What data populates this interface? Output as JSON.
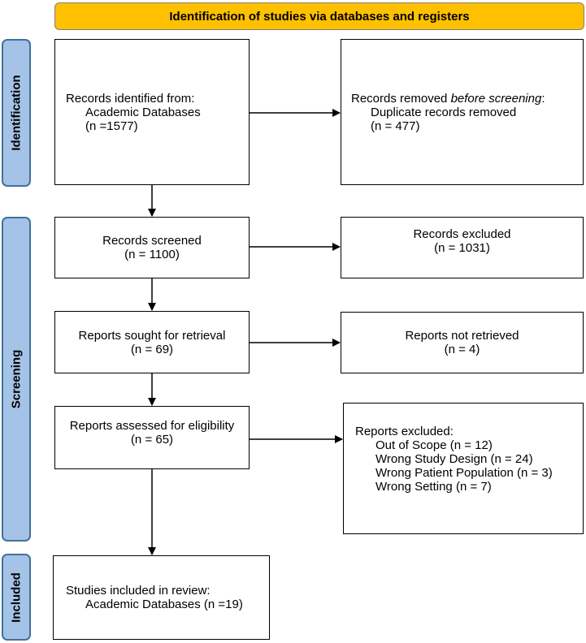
{
  "header": {
    "title": "Identification of studies via databases and registers"
  },
  "phases": {
    "identification": "Identification",
    "screening": "Screening",
    "included": "Included"
  },
  "identified": {
    "line1": "Records identified from:",
    "line2": "Academic Databases",
    "line3": "(n =1577)"
  },
  "removed": {
    "prefix": "Records removed ",
    "italic": "before screening",
    "suffix": ":",
    "line2": "Duplicate records removed",
    "line3": "(n = 477)"
  },
  "screened": {
    "line1": "Records screened",
    "line2": "(n = 1100)"
  },
  "excluded": {
    "line1": "Records excluded",
    "line2": "(n = 1031)"
  },
  "sought": {
    "line1": "Reports sought for retrieval",
    "line2": "(n = 69)"
  },
  "not_retrieved": {
    "line1": "Reports not retrieved",
    "line2": "(n = 4)"
  },
  "assessed": {
    "line1": "Reports assessed for eligibility",
    "line2": "(n = 65)"
  },
  "reports_excluded": {
    "title": "Reports excluded:",
    "reasons": [
      "Out of Scope (n = 12)",
      "Wrong Study Design (n = 24)",
      "Wrong Patient Population (n = 3)",
      "Wrong Setting (n = 7)"
    ]
  },
  "included": {
    "line1": "Studies included in review:",
    "line2": "Academic Databases (n =19)"
  }
}
